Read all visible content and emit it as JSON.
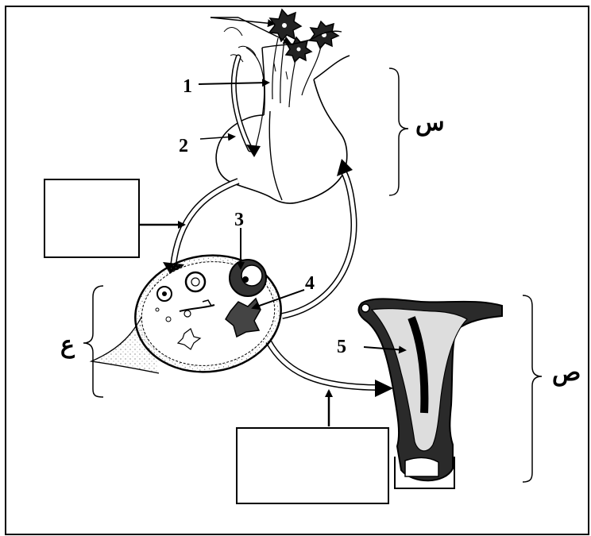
{
  "labels": {
    "n1": "1",
    "n2": "2",
    "n3": "3",
    "n4": "4",
    "n5": "5",
    "sin": "س",
    "ain": "ع",
    "sad": "ص"
  },
  "boxes": {
    "left_box": "",
    "bottom_box": ""
  }
}
